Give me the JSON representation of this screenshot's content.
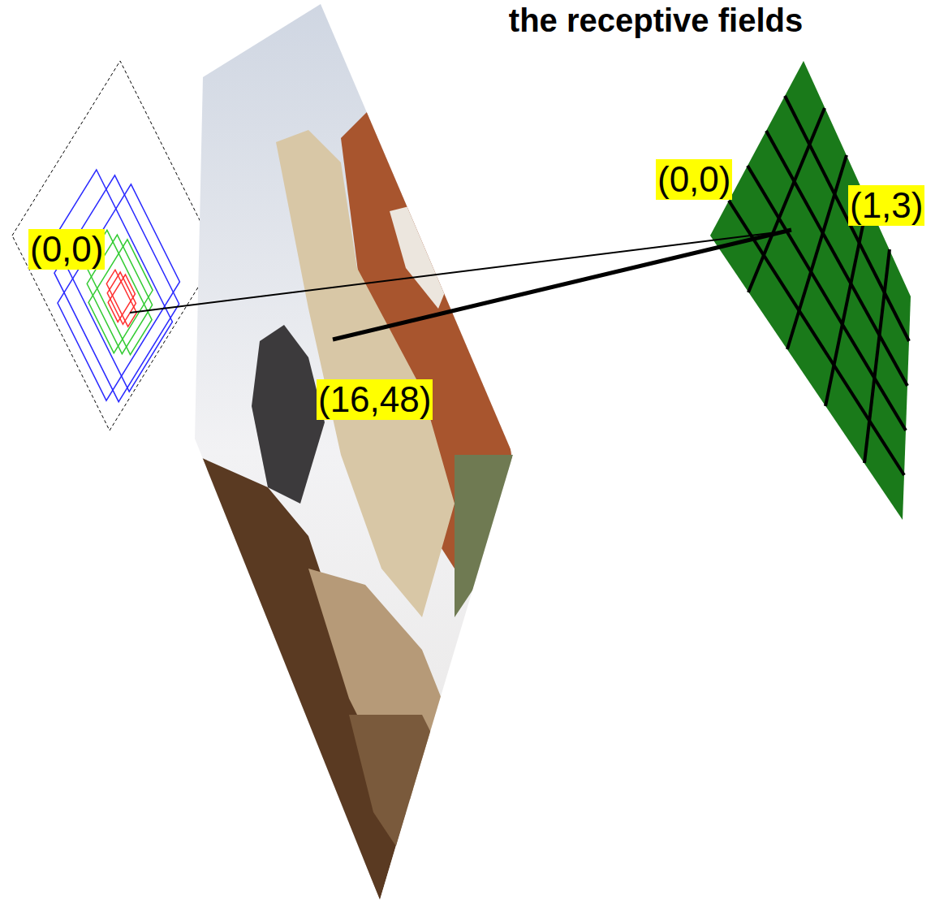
{
  "diagram": {
    "title": "the receptive fields",
    "labels": [
      "(0,0)",
      "(16,48)",
      "(0,0)",
      "(1,3)"
    ]
  }
}
